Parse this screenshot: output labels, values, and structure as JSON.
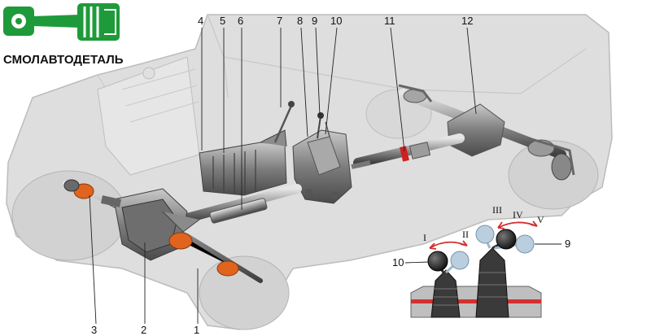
{
  "brand": {
    "name": "СМОЛАВТОДЕТАЛЬ",
    "logo_icon": "piston-conrod-logo-icon",
    "logo_color": "#1f9a3a"
  },
  "callouts": {
    "c1": "1",
    "c2": "2",
    "c3": "3",
    "c4": "4",
    "c5": "5",
    "c6": "6",
    "c7": "7",
    "c8": "8",
    "c9": "9",
    "c10": "10",
    "c11": "11",
    "c12": "12",
    "inset_10": "10",
    "inset_9": "9"
  },
  "gears": {
    "g1": "I",
    "g2": "II",
    "g3": "III",
    "g4": "IV",
    "g5": "V"
  },
  "colors": {
    "body_fill": "#dcdcdc",
    "body_stroke": "#bdbdbd",
    "metal": "#8a8a8a",
    "boot_orange": "#e0641e",
    "arrow_red": "#d33030",
    "knob_dark": "#222222",
    "knob_light": "#b9cfe0"
  }
}
